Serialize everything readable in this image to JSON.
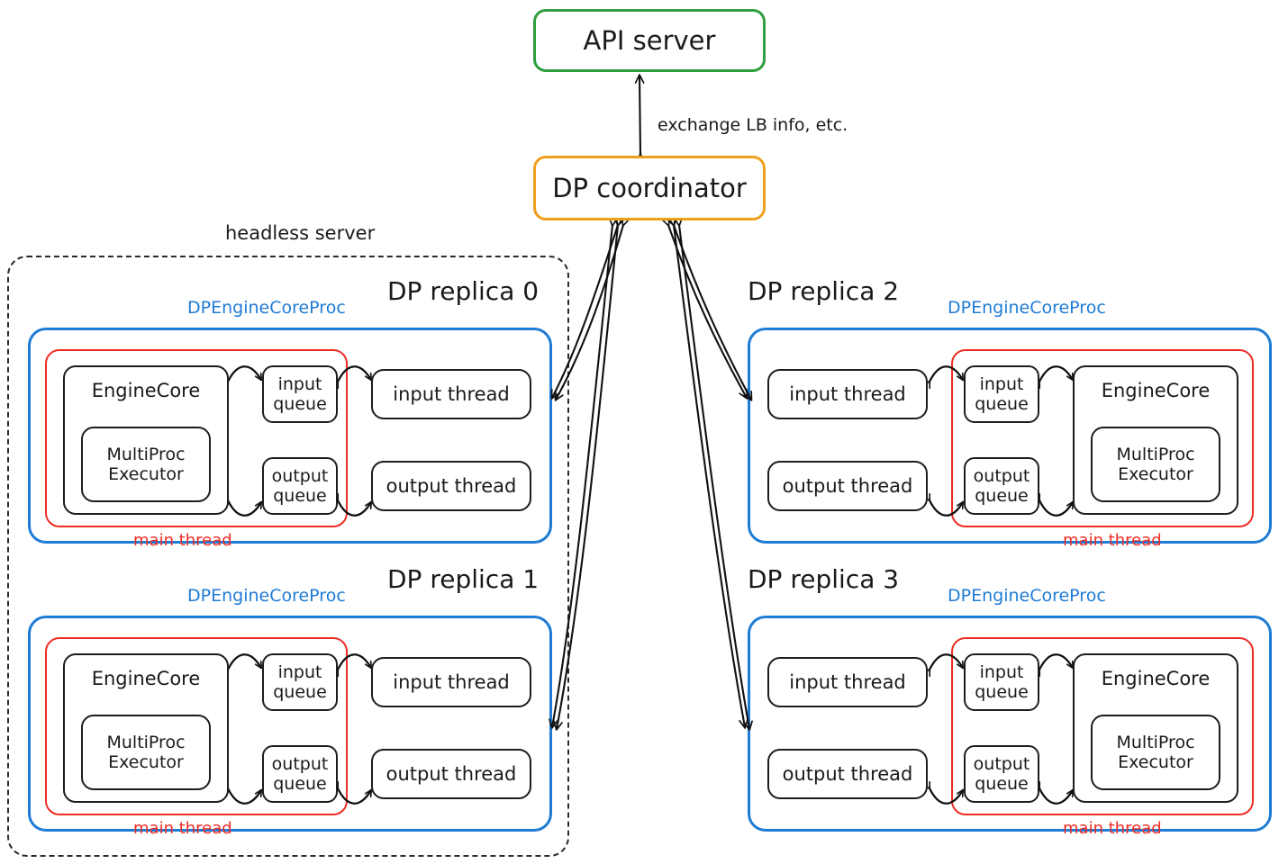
{
  "diagram": {
    "title_nodes": {
      "api_server": "API server",
      "dp_coordinator": "DP coordinator"
    },
    "edge_labels": {
      "api_to_coordinator": "exchange LB info, etc."
    },
    "group_labels": {
      "headless_server": "headless server"
    },
    "node_labels": {
      "engine_core": "EngineCore",
      "multiproc_executor": "MultiProc\nExecutor",
      "input_queue": "input\nqueue",
      "output_queue": "output\nqueue",
      "input_thread": "input thread",
      "output_thread": "output thread"
    },
    "boundary_labels": {
      "proc": "DPEngineCoreProc",
      "main_thread": "main thread"
    },
    "colors": {
      "api_server_border": "#2e9e3e",
      "coordinator_border": "#ef9f1e",
      "proc_border": "#1f7bd4",
      "main_thread_border": "#ec2d26",
      "node_border": "#1d1d1d",
      "headless_border": "#2a2a2a",
      "arrow": "#111111",
      "background": "#ffffff"
    },
    "replicas": [
      {
        "id": 0,
        "label": "DP replica 0",
        "orientation": "core-left",
        "inside_headless": true
      },
      {
        "id": 1,
        "label": "DP replica 1",
        "orientation": "core-left",
        "inside_headless": true
      },
      {
        "id": 2,
        "label": "DP replica 2",
        "orientation": "core-right",
        "inside_headless": false
      },
      {
        "id": 3,
        "label": "DP replica 3",
        "orientation": "core-right",
        "inside_headless": false
      }
    ],
    "connections": [
      {
        "from": "API server",
        "to": "DP coordinator",
        "kind": "bidirectional",
        "label": "exchange LB info, etc."
      },
      {
        "from": "DP coordinator",
        "to": "DP replica 0",
        "kind": "bidirectional"
      },
      {
        "from": "DP coordinator",
        "to": "DP replica 1",
        "kind": "bidirectional"
      },
      {
        "from": "DP coordinator",
        "to": "DP replica 2",
        "kind": "bidirectional"
      },
      {
        "from": "DP coordinator",
        "to": "DP replica 3",
        "kind": "bidirectional"
      },
      {
        "from": "EngineCore",
        "to": "input queue",
        "kind": "bidirectional"
      },
      {
        "from": "input queue",
        "to": "input thread",
        "kind": "bidirectional"
      },
      {
        "from": "EngineCore",
        "to": "output queue",
        "kind": "bidirectional"
      },
      {
        "from": "output queue",
        "to": "output thread",
        "kind": "bidirectional"
      }
    ]
  }
}
